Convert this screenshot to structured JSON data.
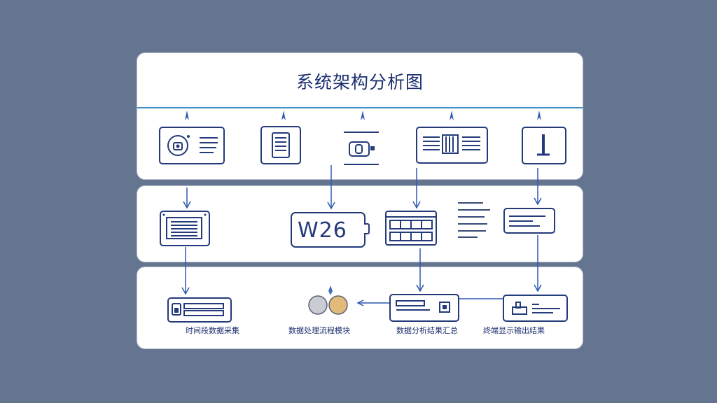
{
  "diagram": {
    "title": "系统架构分析图",
    "module_label": "W26",
    "captions": [
      "时间段数据采集",
      "数据处理流程模块",
      "数据分析结果汇总",
      "终端显示输出结果"
    ]
  },
  "colors": {
    "background": "#66758f",
    "panel": "#ffffff",
    "ink": "#243a7a",
    "divider": "#3c8fc7",
    "circle_grey": "#c9ccd3",
    "circle_gold": "#e2bb7a"
  }
}
